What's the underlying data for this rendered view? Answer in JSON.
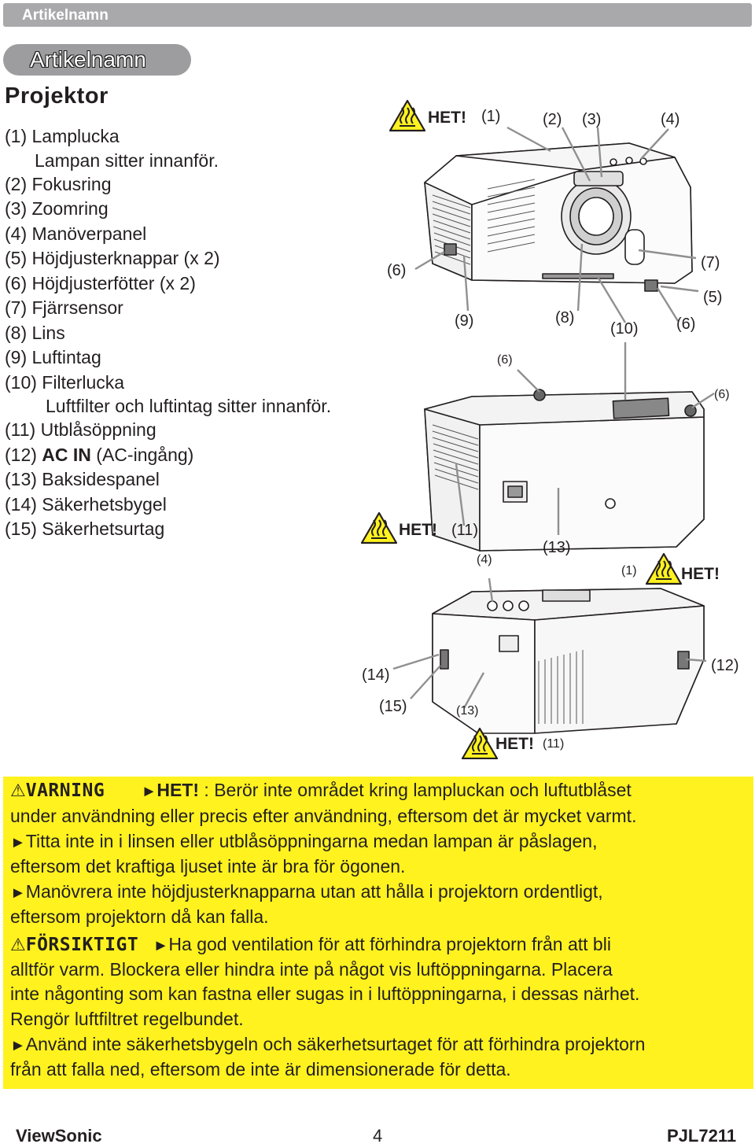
{
  "header": {
    "running_title": "Artikelnamn"
  },
  "section_pill": "Artikelnamn",
  "heading": "Projektor",
  "parts": [
    {
      "text": "(1) Lamplucka",
      "sub": "Lampan sitter innanför."
    },
    {
      "text": "(2) Fokusring"
    },
    {
      "text": "(3) Zoomring"
    },
    {
      "text": "(4) Manöverpanel"
    },
    {
      "text": "(5) Höjdjusterknappar (x 2)"
    },
    {
      "text": "(6) Höjdjusterfötter (x 2)"
    },
    {
      "text": "(7) Fjärrsensor"
    },
    {
      "text": "(8) Lins"
    },
    {
      "text": "(9) Luftintag"
    },
    {
      "text": "(10) Filterlucka",
      "sub": "Luftfilter och luftintag sitter innanför."
    },
    {
      "text": "(11) Utblåsöppning"
    },
    {
      "text": "(12) ",
      "bold": "AC IN",
      "rest": " (AC-ingång)"
    },
    {
      "text": "(13) Baksidespanel"
    },
    {
      "text": "(14) Säkerhetsbygel"
    },
    {
      "text": "(15) Säkerhetsurtag"
    }
  ],
  "diagram": {
    "hot_label": "HET!",
    "callouts": {
      "c1_top": "(1)",
      "c2": "(2)",
      "c3": "(3)",
      "c4_top": "(4)",
      "c6_left": "(6)",
      "c7": "(7)",
      "c5": "(5)",
      "c9": "(9)",
      "c8": "(8)",
      "c10": "(10)",
      "c6_right": "(6)",
      "c6_mid_small": "(6)",
      "c6_far_small": "(6)",
      "c11_mid": "(11)",
      "c13_mid": "(13)",
      "c4_small": "(4)",
      "c1_small": "(1)",
      "c14": "(14)",
      "c12": "(12)",
      "c15": "(15)",
      "c13_small": "(13)",
      "c11_small": "(11)"
    }
  },
  "warnings": {
    "varning_label": "VARNING",
    "hot": "HET!",
    "w1a": " : Berör inte området kring lampluckan och luftutblåset",
    "w1b": "under användning eller precis efter användning, eftersom det är mycket varmt.",
    "w2a": "Titta inte in i linsen eller utblåsöppningarna medan lampan är påslagen,",
    "w2b": "eftersom det kraftiga ljuset inte är bra för ögonen.",
    "w3a": "Manövrera inte höjdjusterknapparna utan att hålla i projektorn ordentligt,",
    "w3b": "eftersom projektorn då kan falla.",
    "forsiktigt_label": "FÖRSIKTIGT",
    "c1a": "Ha god ventilation för att förhindra projektorn från att bli",
    "c1b": "alltför varm. Blockera eller hindra inte på något vis luftöppningarna. Placera",
    "c1c": "inte någonting som kan fastna eller sugas in i luftöppningarna, i dessas närhet.",
    "c1d": "Rengör luftfiltret regelbundet.",
    "c2a": "Använd inte säkerhetsbygeln och säkerhetsurtaget för att förhindra projektorn",
    "c2b": "från att falla ned, eftersom de inte är dimensionerade för detta."
  },
  "footer": {
    "brand": "ViewSonic",
    "page": "4",
    "model": "PJL7211"
  }
}
